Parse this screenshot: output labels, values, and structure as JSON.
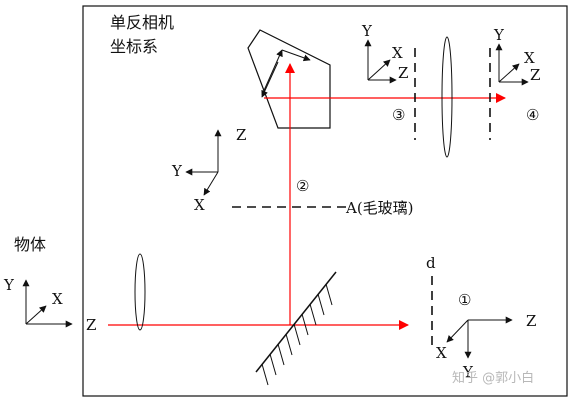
{
  "title": {
    "line1": "单反相机",
    "line2": "坐标系"
  },
  "object_label": "物体",
  "axes": {
    "x": "X",
    "y": "Y",
    "z": "Z"
  },
  "path_markers": {
    "m1": "①",
    "m2": "②",
    "m3": "③",
    "m4": "④"
  },
  "ground_glass_label": "A(毛玻璃)",
  "aperture_label": "d",
  "watermark": "知乎 @郭小白",
  "colors": {
    "ray": "#ff0000",
    "ink": "#111111",
    "watermark": "#b8b8b8"
  }
}
